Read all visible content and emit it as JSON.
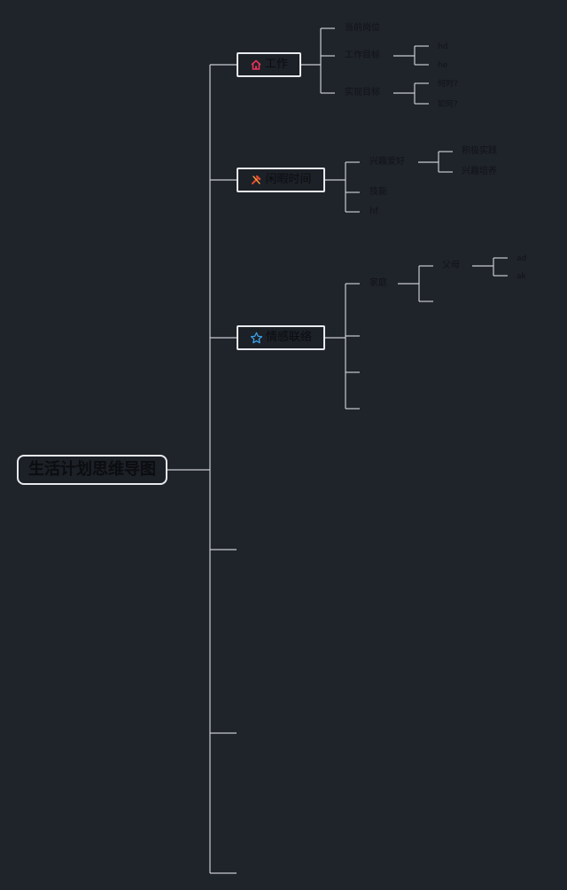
{
  "title": "生活计划思维导图",
  "branches": [
    {
      "label": "工作",
      "icon": "home-icon",
      "icon_color": "#e8335a",
      "children": [
        {
          "label": "当前岗位"
        },
        {
          "label": "工作目标",
          "children": [
            "hd",
            "he"
          ]
        },
        {
          "label": "实现目标",
          "children": [
            "何时?",
            "如何?"
          ]
        }
      ]
    },
    {
      "label": "闲暇时间",
      "icon": "tools-icon",
      "icon_color": "#e0482f",
      "children": [
        {
          "label": "兴趣爱好",
          "children": [
            "积极实践",
            "兴趣培养"
          ]
        },
        {
          "label": "技能"
        },
        {
          "label": "hf"
        }
      ]
    },
    {
      "label": "情感联络",
      "icon": "star-icon",
      "icon_color": "#3aa0e8",
      "children": [
        {
          "label": "家庭",
          "children": [
            {
              "label": "父母",
              "children": [
                "ad",
                "ak"
              ]
            },
            {
              "label": ""
            }
          ]
        },
        {
          "label": ""
        },
        {
          "label": ""
        },
        {
          "label": ""
        }
      ]
    },
    {
      "label": ""
    },
    {
      "label": ""
    },
    {
      "label": ""
    }
  ],
  "colors": {
    "background": "#1f232a",
    "line": "#c9ccd2",
    "text": "#111418",
    "node_border": "#e8eaee"
  }
}
